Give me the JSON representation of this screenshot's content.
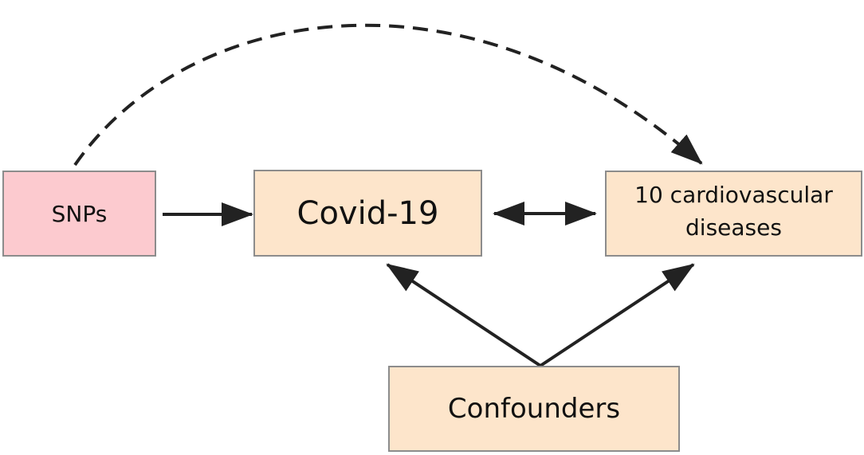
{
  "nodes": {
    "snps": {
      "label": "SNPs",
      "fill": "#fccacf"
    },
    "covid": {
      "label": "Covid-19",
      "fill": "#fde5cb"
    },
    "cvd": {
      "label": "10 cardiovascular diseases",
      "fill": "#fde5cb"
    },
    "confounders": {
      "label": "Confounders",
      "fill": "#fde5cb"
    }
  },
  "edges": [
    {
      "from": "snps",
      "to": "covid",
      "style": "solid",
      "direction": "forward"
    },
    {
      "from": "covid",
      "to": "cvd",
      "style": "solid",
      "direction": "both"
    },
    {
      "from": "confounders",
      "to": "covid",
      "style": "solid",
      "direction": "forward"
    },
    {
      "from": "confounders",
      "to": "cvd",
      "style": "solid",
      "direction": "forward"
    },
    {
      "from": "snps",
      "to": "cvd",
      "style": "dashed",
      "direction": "forward"
    }
  ],
  "colors": {
    "arrow": "#222222",
    "border": "#8c8c8c"
  }
}
